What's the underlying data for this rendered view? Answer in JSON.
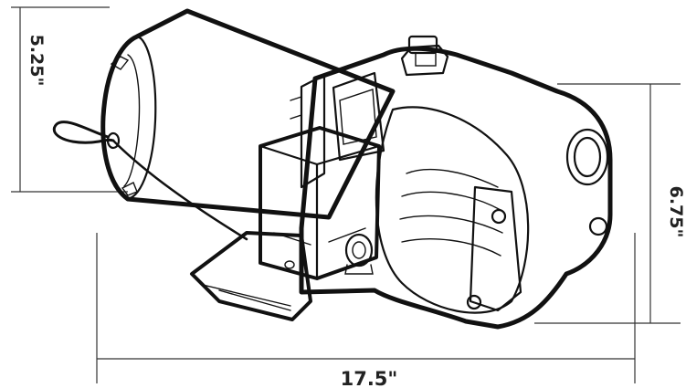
{
  "diagram": {
    "subject": "shallow well jet pump",
    "dimensions": {
      "height_label": "5.25\"",
      "overall_height_label": "6.75\"",
      "length_label": "17.5\""
    }
  },
  "colors": {
    "background": "#ffffff",
    "outline": "#111111",
    "shading": "#bfbfbf",
    "dimension_text": "#222222"
  }
}
